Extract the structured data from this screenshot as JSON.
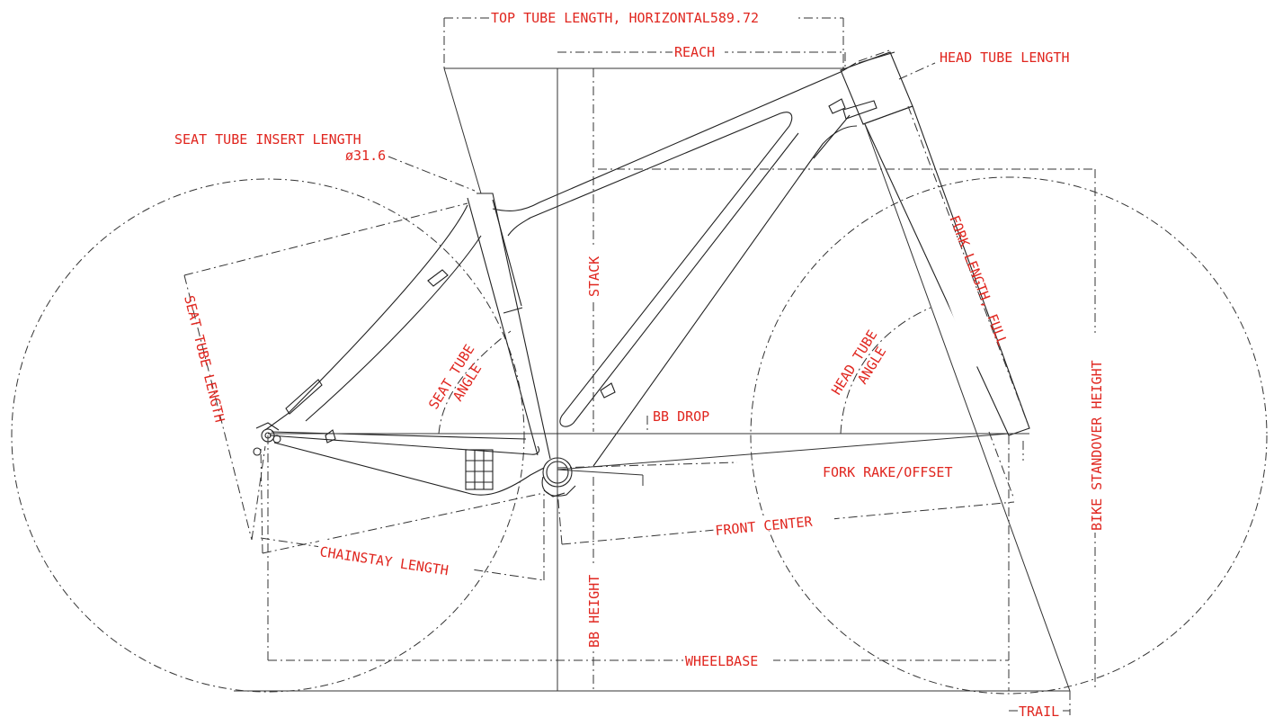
{
  "labels": {
    "top_tube": "TOP TUBE LENGTH, HORIZONTAL589.72",
    "reach": "REACH",
    "head_tube_length": "HEAD TUBE LENGTH",
    "seat_tube_insert": "SEAT TUBE INSERT LENGTH",
    "seatpost_diameter": "ø31.6",
    "stack": "STACK",
    "seat_tube_length": "SEAT TUBE LENGTH",
    "seat_tube_angle_1": "SEAT TUBE",
    "seat_tube_angle_2": "ANGLE",
    "head_tube_angle_1": "HEAD TUBE",
    "head_tube_angle_2": "ANGLE",
    "fork_length": "FORK LENGTH, FULL",
    "bb_drop": "BB DROP",
    "fork_rake": "FORK RAKE/OFFSET",
    "front_center": "FRONT CENTER",
    "chainstay_length": "CHAINSTAY LENGTH",
    "bb_height": "BB HEIGHT",
    "wheelbase": "WHEELBASE",
    "trail": "TRAIL",
    "standover": "BIKE STANDOVER HEIGHT"
  },
  "colors": {
    "dimension_text": "#e0261f",
    "linework": "#222222",
    "background": "#ffffff"
  }
}
